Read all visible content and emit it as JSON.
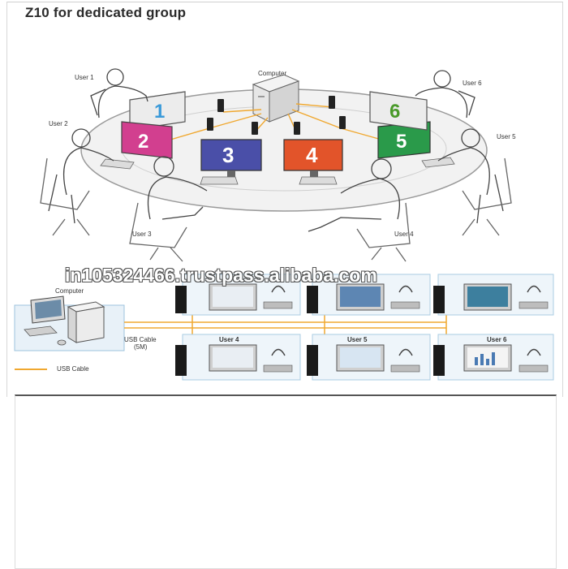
{
  "title": "Z10 for dedicated group",
  "top_diagram": {
    "computer_label": "Computer",
    "users": [
      {
        "label": "User 1",
        "number": "1",
        "color": "#3a9ad9"
      },
      {
        "label": "User 2",
        "number": "2",
        "color": "#d23f8f"
      },
      {
        "label": "User 3",
        "number": "3",
        "color": "#4a4fa8"
      },
      {
        "label": "User 4",
        "number": "4",
        "color": "#e2542a"
      },
      {
        "label": "User 5",
        "number": "5",
        "color": "#2a9a4a"
      },
      {
        "label": "User 6",
        "number": "6",
        "color": "#4a9a2a"
      }
    ]
  },
  "bottom_diagram": {
    "computer_label": "Computer",
    "cable_label_line1": "USB Cable",
    "cable_label_line2": "(5M)",
    "legend_label": "USB Cable",
    "stations": [
      {
        "label": "User 4"
      },
      {
        "label": "User 5"
      },
      {
        "label": "User 6"
      }
    ]
  },
  "watermark": "in1053244​66.trustpass.alibaba.com"
}
